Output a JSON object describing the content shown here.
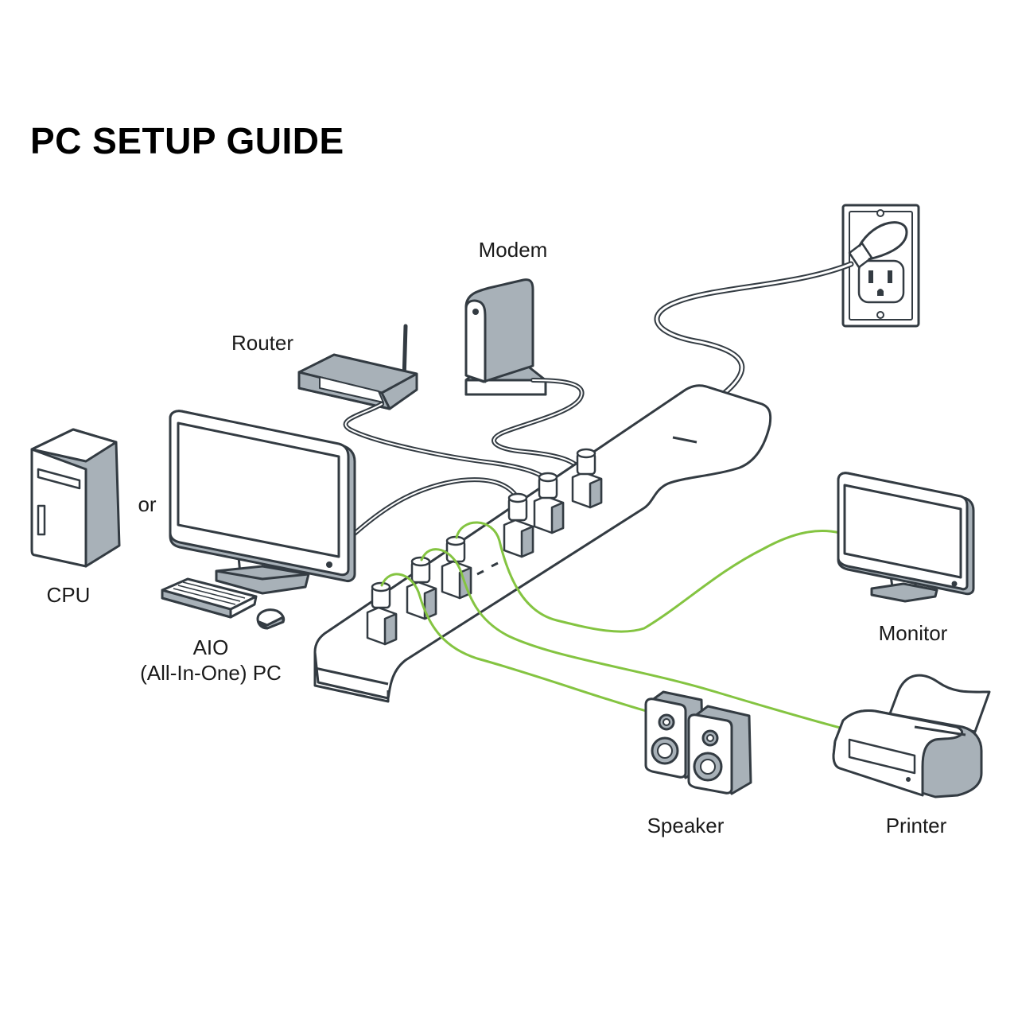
{
  "title": "PC SETUP GUIDE",
  "labels": {
    "modem": "Modem",
    "router": "Router",
    "or": "or",
    "cpu": "CPU",
    "aio_line1": "AIO",
    "aio_line2": "(All-In-One) PC",
    "monitor": "Monitor",
    "speaker": "Speaker",
    "printer": "Printer"
  },
  "colors": {
    "outline": "#333b42",
    "fill_gray": "#a8b1b8",
    "fill_white": "#ffffff",
    "cable_green": "#84c441",
    "cable_dark": "#333b42",
    "background": "#ffffff"
  }
}
